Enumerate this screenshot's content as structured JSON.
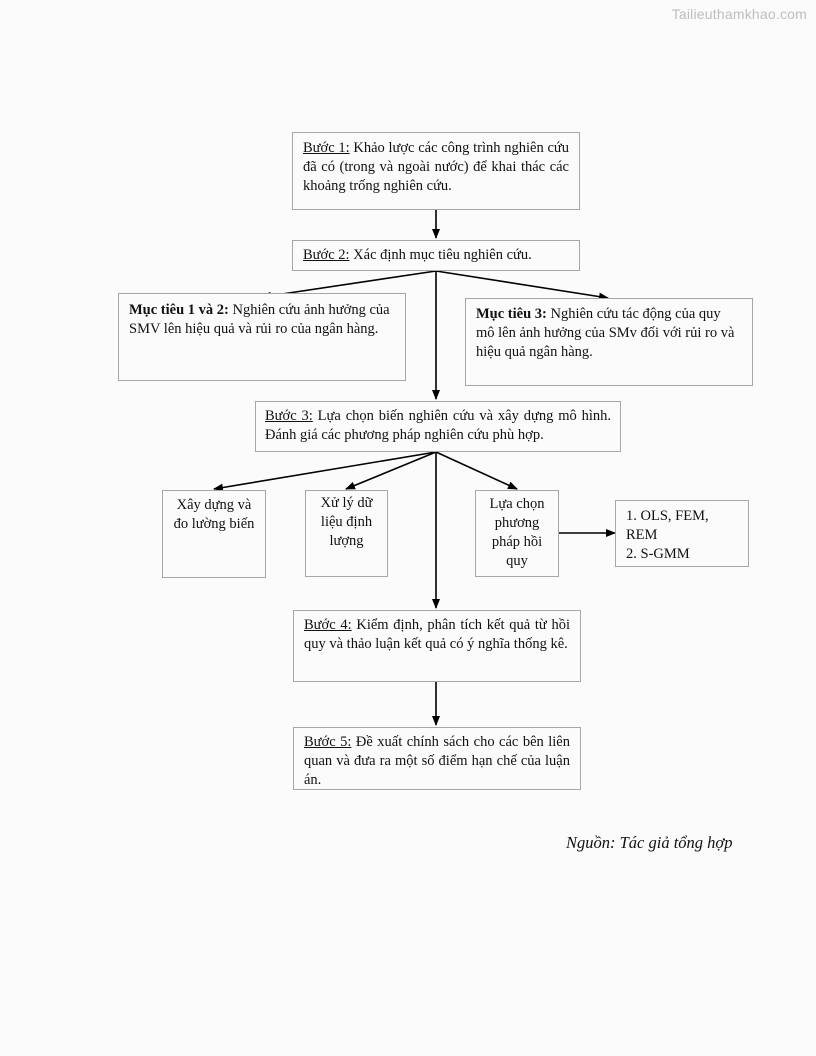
{
  "watermark": "Tailieuthamkhao.com",
  "steps": {
    "step1": {
      "label": "Bước 1:",
      "text": "Khảo lược các công trình nghiên cứu đã có (trong và ngoài nước) để khai thác các khoảng trống nghiên cứu."
    },
    "step2": {
      "label": "Bước 2:",
      "text": "Xác định mục tiêu nghiên cứu."
    },
    "goal12": {
      "label": "Mục tiêu 1 và 2:",
      "text": "Nghiên cứu ảnh hưởng của SMV lên hiệu quả và rủi ro của ngân hàng."
    },
    "goal3": {
      "label": "Mục tiêu 3:",
      "text": "Nghiên cứu tác động của quy mô lên ảnh hưởng của SMv đối với rủi ro và hiệu quả ngân hàng."
    },
    "step3": {
      "label": "Bước 3:",
      "text": "Lựa chọn biến nghiên cứu và xây dựng mô hình. Đánh giá các phương pháp nghiên cứu phù hợp."
    },
    "sub1": "Xây dựng và đo lường biến",
    "sub2": "Xử lý dữ liệu định lượng",
    "sub3": "Lựa chọn phương pháp hồi quy",
    "methods": [
      "1. OLS, FEM, REM",
      "2. S-GMM"
    ],
    "step4": {
      "label": "Bước 4:",
      "text": "Kiểm định, phân tích kết quả từ hồi quy và thảo luận kết quả có ý nghĩa thống kê."
    },
    "step5": {
      "label": "Bước 5:",
      "text": "Đề xuất chính sách cho các bên liên quan và đưa ra một số điểm hạn chế của luận án."
    }
  },
  "source": "Nguồn: Tác giả tổng hợp"
}
